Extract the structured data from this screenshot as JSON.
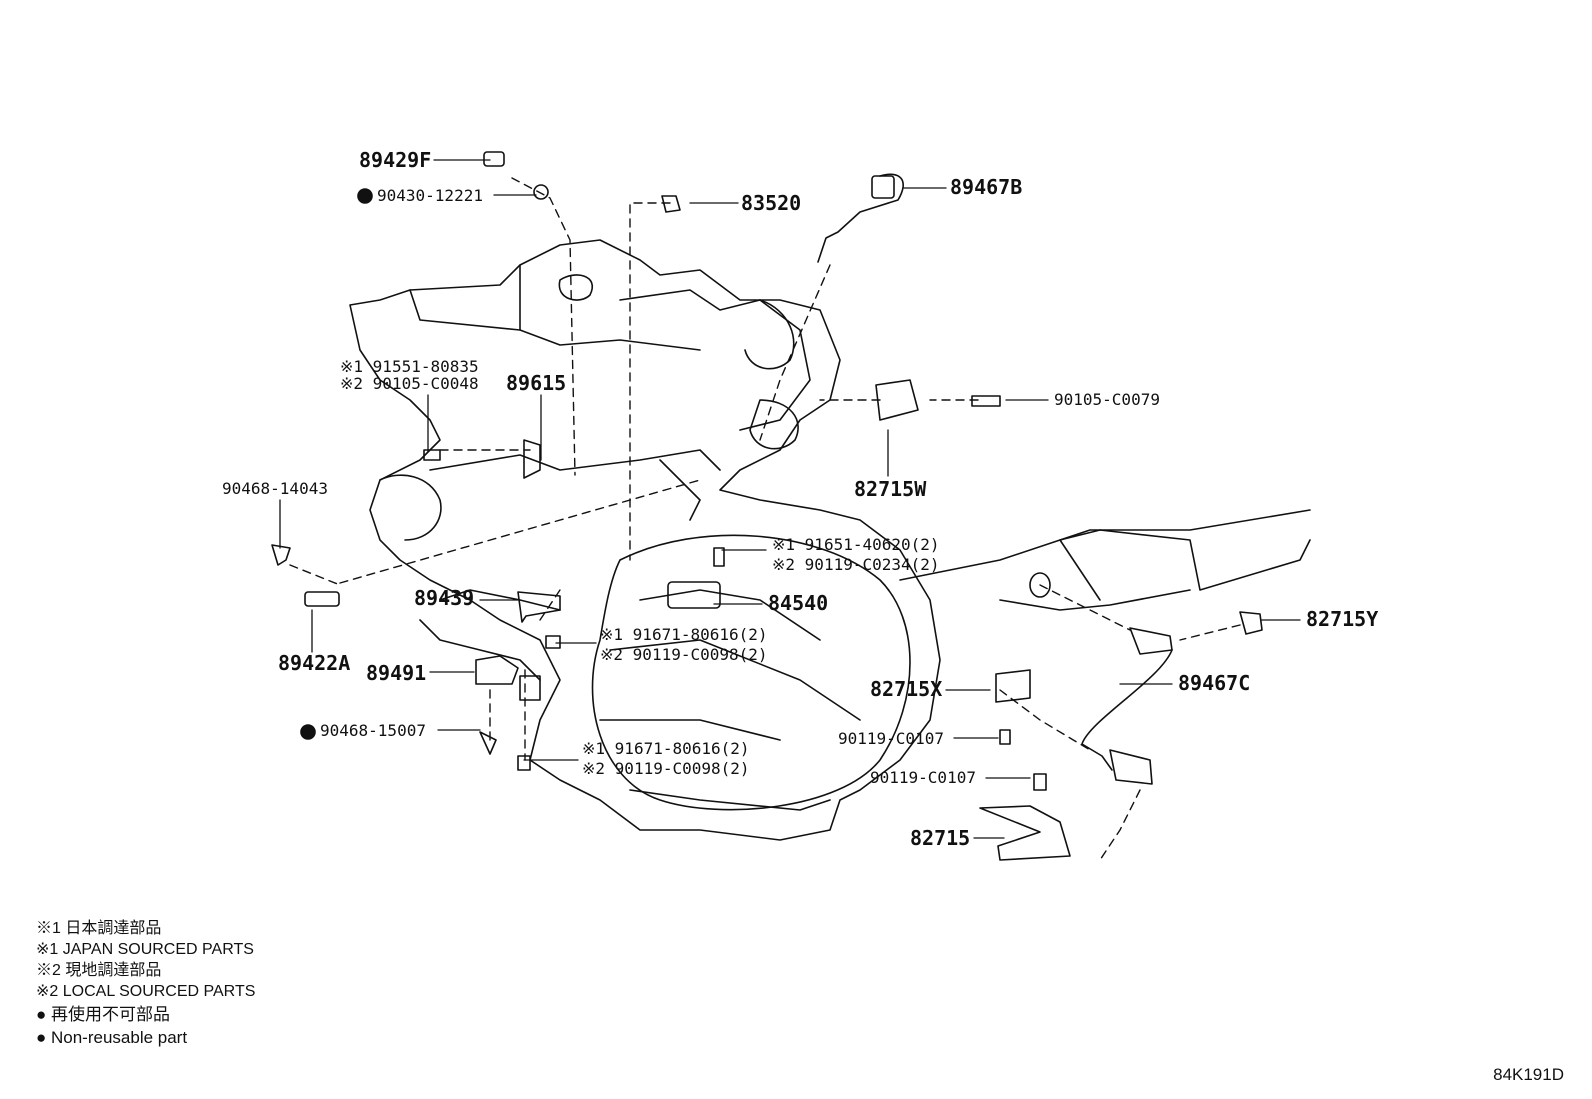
{
  "parts": {
    "p89429F": "89429F",
    "p90430": "90430-12221",
    "p83520": "83520",
    "p89467B": "89467B",
    "p91551_1": "※1 91551-80835",
    "p90105_2": "※2 90105-C0048",
    "p89615": "89615",
    "p90105_C0079": "90105-C0079",
    "p82715W": "82715W",
    "p90468_14043": "90468-14043",
    "p91651": "※1 91651-40620(2)",
    "p90119_C0234": "※2 90119-C0234(2)",
    "p89439": "89439",
    "p84540": "84540",
    "p91671_a": "※1 91671-80616(2)",
    "p90119_C0098_a": "※2 90119-C0098(2)",
    "p82715Y": "82715Y",
    "p89422A": "89422A",
    "p89491": "89491",
    "p82715X": "82715X",
    "p89467C": "89467C",
    "p90468_15007": "90468-15007",
    "p90119_C0107_a": "90119-C0107",
    "p91671_b": "※1 91671-80616(2)",
    "p90119_C0098_b": "※2 90119-C0098(2)",
    "p90119_C0107_b": "90119-C0107",
    "p82715": "82715"
  },
  "legend": {
    "l1": "※1 日本調達部品",
    "l2": "※1 JAPAN SOURCED PARTS",
    "l3": "※2 現地調達部品",
    "l4": "※2 LOCAL SOURCED PARTS",
    "l5": "● 再使用不可部品",
    "l6": "● Non-reusable part"
  },
  "diagram_code": "84K191D"
}
